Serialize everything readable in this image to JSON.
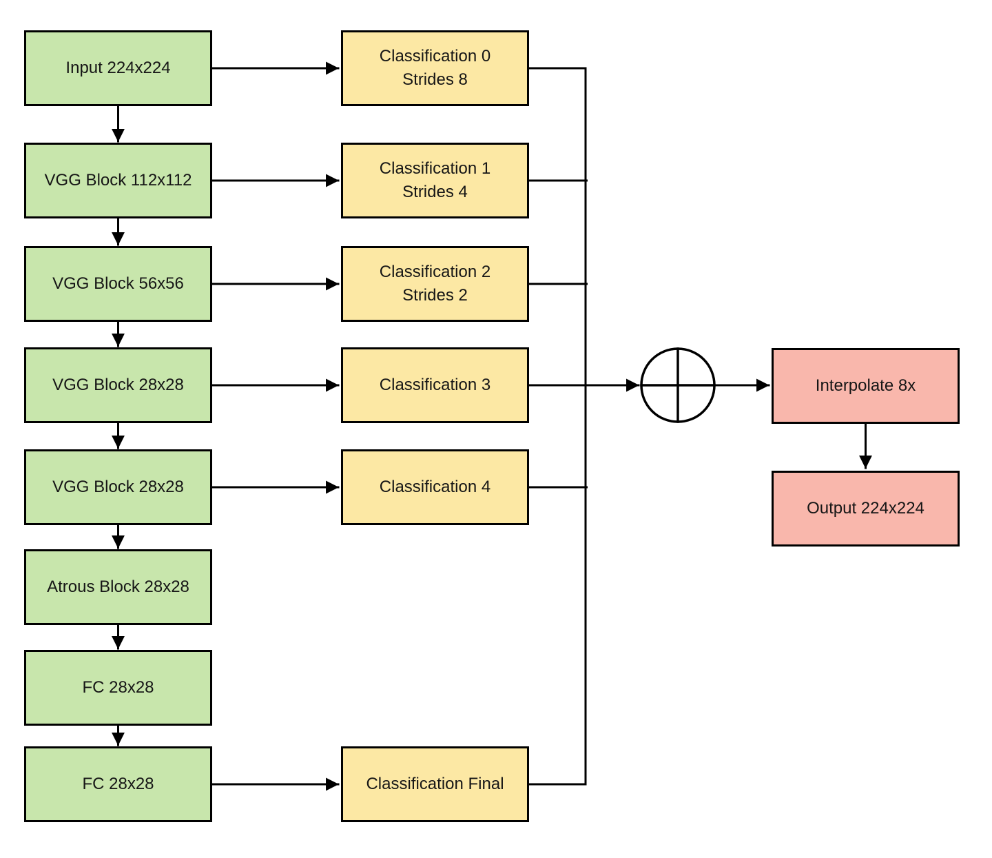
{
  "diagram": {
    "type": "flowchart",
    "nodes": {
      "input": {
        "label": "Input 224x224"
      },
      "vgg1": {
        "label": "VGG Block 112x112"
      },
      "vgg2": {
        "label": "VGG Block 56x56"
      },
      "vgg3": {
        "label": "VGG Block 28x28"
      },
      "vgg4": {
        "label": "VGG Block 28x28"
      },
      "atrous": {
        "label": "Atrous Block 28x28"
      },
      "fc1": {
        "label": "FC 28x28"
      },
      "fc2": {
        "label": "FC 28x28"
      },
      "class0": {
        "line1": "Classification 0",
        "line2": "Strides 8"
      },
      "class1": {
        "line1": "Classification 1",
        "line2": "Strides 4"
      },
      "class2": {
        "line1": "Classification 2",
        "line2": "Strides 2"
      },
      "class3": {
        "line1": "Classification 3",
        "line2": ""
      },
      "class4": {
        "line1": "Classification 4",
        "line2": ""
      },
      "classFinal": {
        "line1": "Classification Final",
        "line2": ""
      },
      "interpolate": {
        "label": "Interpolate 8x"
      },
      "output": {
        "label": "Output 224x224"
      }
    },
    "merge_symbol": "circle-plus",
    "colors": {
      "backbone_fill": "#c8e6ac",
      "classification_fill": "#fce8a4",
      "output_fill": "#f9b7ac",
      "stroke": "#000000",
      "background": "#ffffff"
    }
  }
}
